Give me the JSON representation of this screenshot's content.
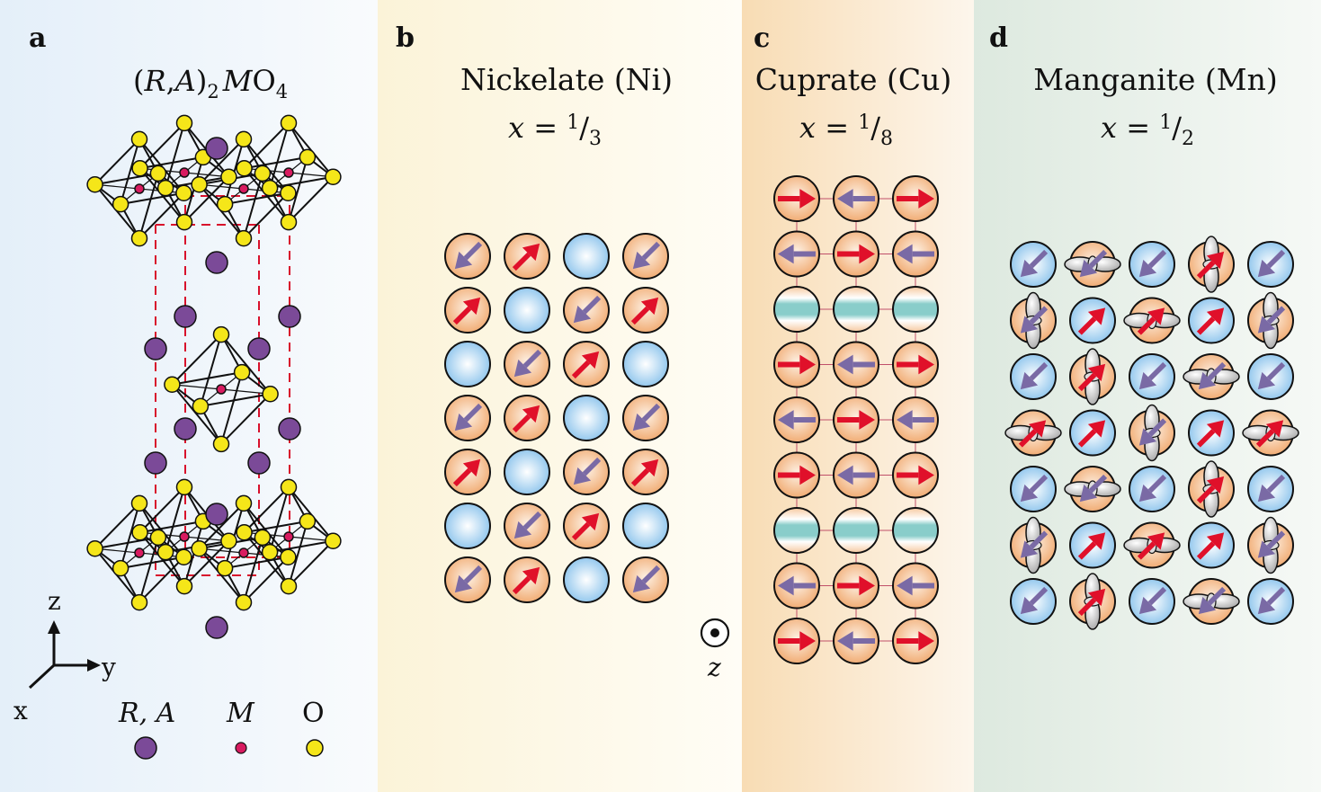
{
  "panels": {
    "a": {
      "letter": "a",
      "formula": {
        "open": "(",
        "R": "R",
        "comma": ",",
        "A": "A",
        "close": ")",
        "sub2": "2",
        "M": "M",
        "O": "O",
        "sub4": "4"
      },
      "axes": {
        "z": "z",
        "y": "y",
        "x": "x"
      },
      "legend": {
        "ra": "R, A",
        "m": "M",
        "o": "O"
      }
    },
    "b": {
      "letter": "b",
      "title": "Nickelate (Ni)",
      "x_var": "x",
      "eq": " = ",
      "num": "1",
      "slash": "/",
      "den": "3"
    },
    "c": {
      "letter": "c",
      "title": "Cuprate (Cu)",
      "x_var": "x",
      "eq": " = ",
      "num": "1",
      "slash": "/",
      "den": "8"
    },
    "d": {
      "letter": "d",
      "title": "Manganite (Mn)",
      "x_var": "x",
      "eq": " = ",
      "num": "1",
      "slash": "/",
      "den": "2"
    },
    "z_out": "z"
  },
  "colors": {
    "spin_up": "#e0102a",
    "spin_down": "#7a6aa5",
    "ion_orange": "#f2b07a",
    "ion_blue": "#8fc6ee",
    "stripe_teal": "#8ccfcc",
    "atom_ra": "#7b4a98",
    "atom_m": "#d81b60",
    "atom_o": "#f5e619"
  },
  "grids": {
    "nickelate": [
      [
        "D",
        "U",
        "H",
        "D"
      ],
      [
        "U",
        "H",
        "D",
        "U"
      ],
      [
        "H",
        "D",
        "U",
        "H"
      ],
      [
        "D",
        "U",
        "H",
        "D"
      ],
      [
        "U",
        "H",
        "D",
        "U"
      ],
      [
        "H",
        "D",
        "U",
        "H"
      ],
      [
        "D",
        "U",
        "H",
        "D"
      ]
    ],
    "cuprate": [
      [
        "R",
        "L",
        "R"
      ],
      [
        "L",
        "R",
        "L"
      ],
      [
        "S",
        "S",
        "S"
      ],
      [
        "R",
        "L",
        "R"
      ],
      [
        "L",
        "R",
        "L"
      ],
      [
        "R",
        "L",
        "R"
      ],
      [
        "S",
        "S",
        "S"
      ],
      [
        "L",
        "R",
        "L"
      ],
      [
        "R",
        "L",
        "R"
      ]
    ],
    "manganite": [
      [
        "bD",
        "oH",
        "bD",
        "oV",
        "bD"
      ],
      [
        "oV",
        "bU",
        "oH",
        "bU",
        "oV"
      ],
      [
        "bD",
        "oV",
        "bD",
        "oH",
        "bD"
      ],
      [
        "oH",
        "bU",
        "oV",
        "bU",
        "oH"
      ],
      [
        "bD",
        "oH",
        "bD",
        "oV",
        "bD"
      ],
      [
        "oV",
        "bU",
        "oH",
        "bU",
        "oV"
      ],
      [
        "bD",
        "oV",
        "bD",
        "oH",
        "bD"
      ]
    ]
  }
}
